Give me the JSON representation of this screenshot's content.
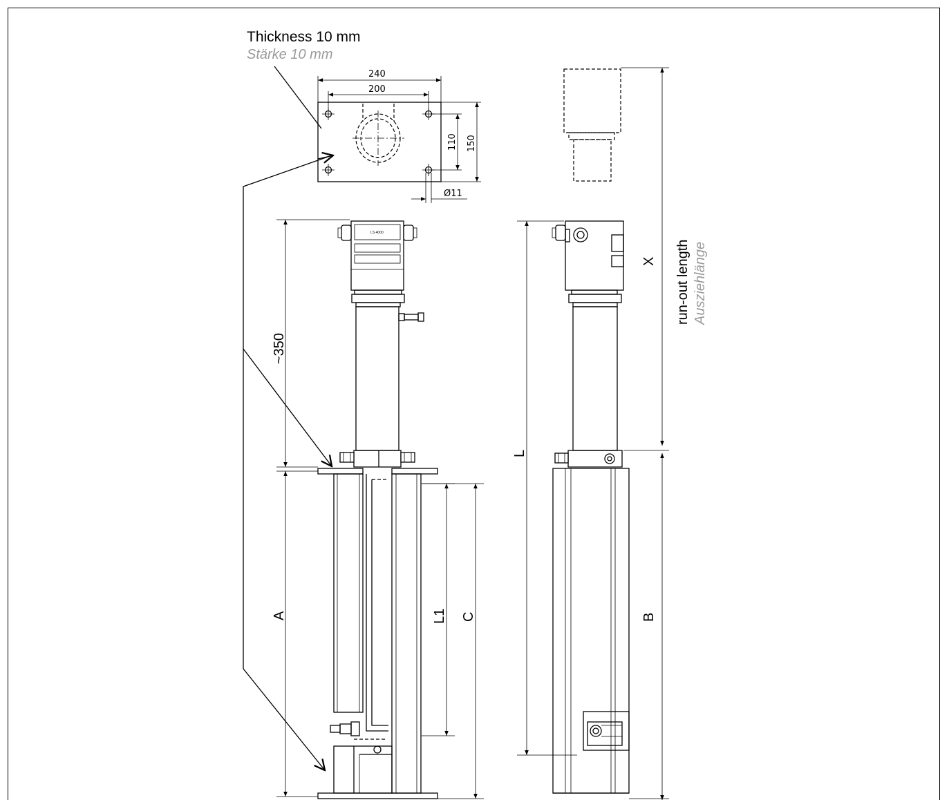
{
  "mounting_plate": {
    "thickness_en": "Thickness 10 mm",
    "thickness_de": "Stärke 10 mm",
    "dim_width_outer": "240",
    "dim_width_holes": "200",
    "dim_height_holes": "110",
    "dim_height_outer": "150",
    "dim_hole_diameter": "Ø11"
  },
  "front_view": {
    "dim_top": "~350",
    "dim_a": "A",
    "dim_l1": "L1",
    "dim_c": "C"
  },
  "side_view": {
    "dim_l": "L",
    "dim_b": "B",
    "dim_x": "X",
    "runout_en": "run-out length",
    "runout_de": "Ausziehlänge"
  },
  "colors": {
    "line": "#000000",
    "secondary_text": "#9a9a9a",
    "background": "#ffffff"
  }
}
